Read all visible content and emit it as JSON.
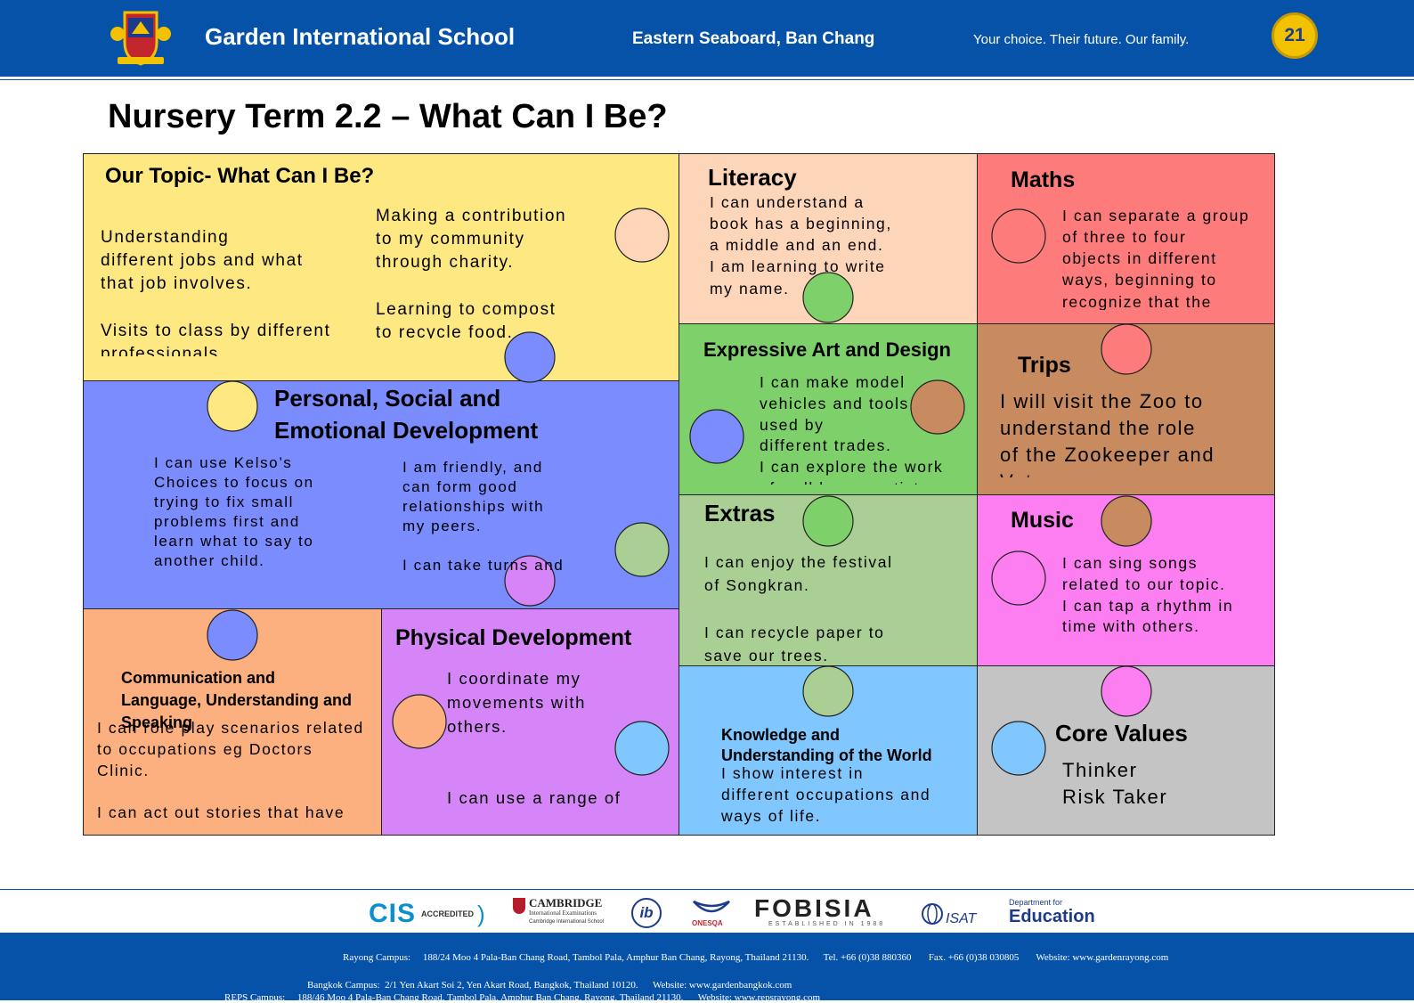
{
  "header": {
    "school_name": "Garden International School",
    "location": "Eastern Seaboard, Ban Chang",
    "motto": "Your choice.  Their future.  Our family.",
    "badge_number": "21"
  },
  "page_title": "Nursery Term 2.2 – What Can I Be?",
  "pieces": {
    "topic": {
      "color": "#fde882",
      "heading": "Our Topic- What Can I Be?",
      "text_left": "       Understanding\ndifferent jobs and what\nthat job involves.\n\nVisits to class by different\nprofessionals.",
      "text_right": "Making a contribution\nto my community\nthrough charity.\n\nLearning to compost\nto recycle food."
    },
    "literacy": {
      "color": "#fdd6ba",
      "heading": "Literacy",
      "text": "I can understand a\nbook has a beginning,\na middle and an end.\nI am learning to write\nmy name."
    },
    "maths": {
      "color": "#fe7b7b",
      "heading": "Maths",
      "text": "I can separate a group\nof three to four\nobjects in different\nways, beginning to\nrecognize that the"
    },
    "pse": {
      "color": "#7b8cff",
      "heading": "Personal, Social and\nEmotional Development",
      "text_left": " I can use Kelso’s\nChoices to focus on\ntrying to fix small\nproblems first and\nlearn what to say to\nanother child.",
      "text_right": "I am friendly, and\ncan form good\nrelationships with\nmy peers.\n\nI can take turns and"
    },
    "ead": {
      "color": "#7ed16a",
      "heading": "Expressive Art and Design",
      "text": "I can make model\nvehicles and tools\nused by\n different trades.\nI can explore the work\nof well known artists"
    },
    "trips": {
      "color": "#c88a5f",
      "heading": "Trips",
      "text": "I will visit the Zoo to\nunderstand the role\nof the Zookeeper and\nVet."
    },
    "extras": {
      "color": "#a9cf94",
      "heading": "Extras",
      "text": "I can enjoy the festival\nof Songkran.\n\nI can recycle paper to\nsave our trees."
    },
    "music": {
      "color": "#fd7ef0",
      "heading": "Music",
      "text": "I can sing songs\nrelated to our topic.\nI can tap a rhythm in\ntime with others."
    },
    "cl": {
      "color": "#fdb07f",
      "heading": "Communication and\nLanguage, Understanding and\nSpeaking",
      "text": "I can role play scenarios related\nto occupations eg Doctors\nClinic.\n\nI can act out stories that have"
    },
    "pd": {
      "color": "#d585f8",
      "heading": "Physical Development",
      "text": "I coordinate my\nmovements with\nothers.\n\n\nI can use a range of\ntools to explore the"
    },
    "kuw": {
      "color": "#80c7ff",
      "heading": "Knowledge and\nUnderstanding of the World",
      "text": "I show interest in\ndifferent occupations and\nways of life."
    },
    "core": {
      "color": "#c4c4c4",
      "heading": "Core Values",
      "text": "Thinker\nRisk Taker"
    }
  },
  "logos": {
    "cis": "CIS",
    "cis_sub": "ACCREDITED",
    "cambridge": "CAMBRIDGE",
    "cambridge_sub1": "International Examinations",
    "cambridge_sub2": "Cambridge International School",
    "ib": "ib",
    "onesqa": "ONESQA",
    "fobisia": "FOBISIA",
    "fobisia_sub": "ESTABLISHED IN 1988",
    "isat": "ISAT",
    "dfe_small": "Department for",
    "dfe": "Education"
  },
  "footer": {
    "rayong": "Rayong Campus:     188/24 Moo 4 Pala-Ban Chang Road, Tambol Pala, Amphur Ban Chang, Rayong, Thailand 21130.      Tel. +66 (0)38 880360       Fax. +66 (0)38 030805       Website: www.gardenrayong.com",
    "bangkok": "Bangkok Campus:  2/1 Yen Akart Soi 2, Yen Akart Road, Bangkok, Thailand 10120.      Website: www.gardenbangkok.com",
    "reps": "REPS Campus:     188/46 Moo 4 Pala-Ban Chang Road, Tambol Pala, Amphur Ban Chang, Rayong, Thailand 21130.      Website: www.repsrayong.com"
  }
}
